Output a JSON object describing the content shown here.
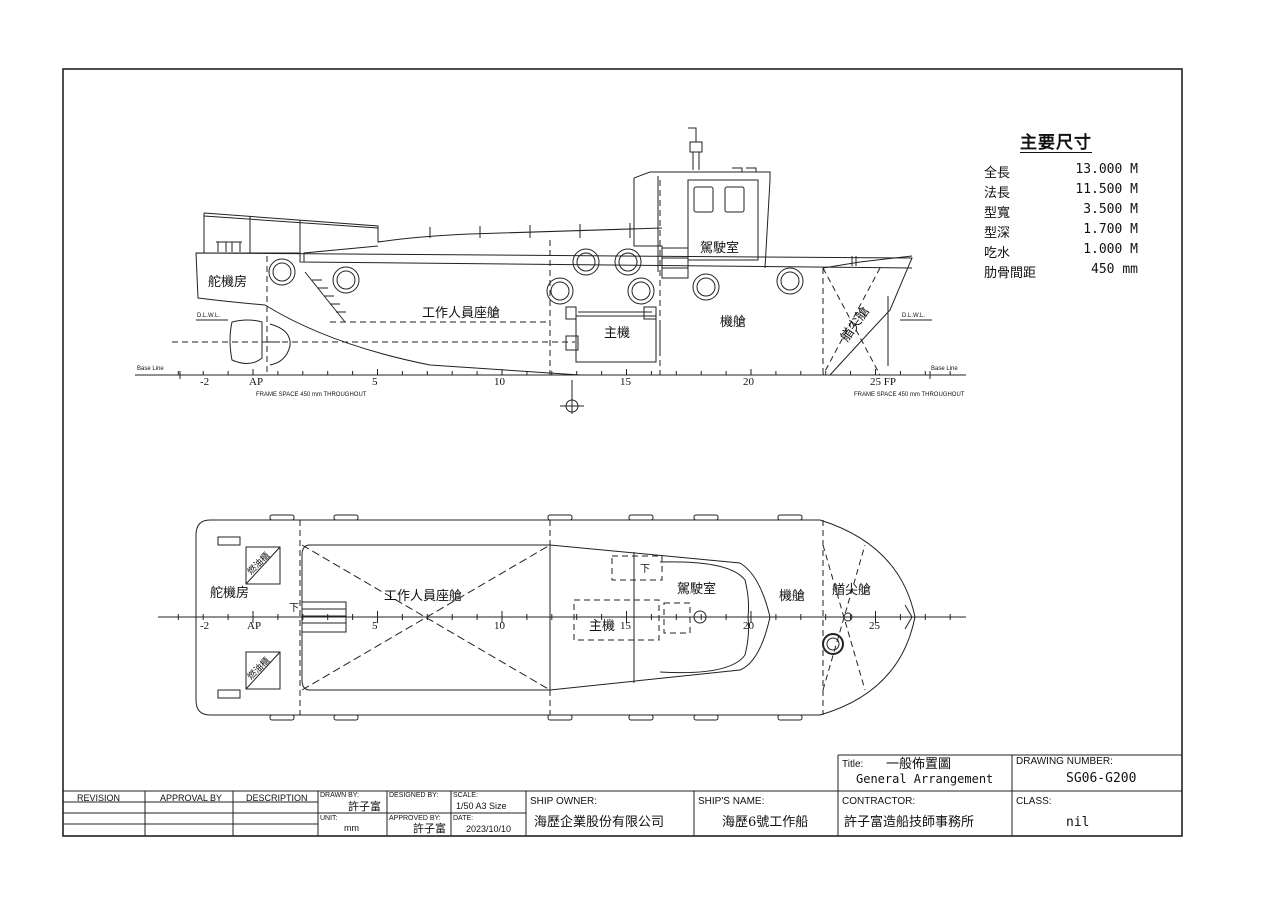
{
  "main_dimensions": {
    "title": "主要尺寸",
    "rows": [
      {
        "label": "全長",
        "value": "13.000 M"
      },
      {
        "label": "法長",
        "value": "11.500 M"
      },
      {
        "label": "型寬",
        "value": "3.500 M"
      },
      {
        "label": "型深",
        "value": "1.700 M"
      },
      {
        "label": "吃水",
        "value": "1.000 M"
      },
      {
        "label": "肋骨間距",
        "value": "450 mm"
      }
    ]
  },
  "profile": {
    "rooms": {
      "steering_gear_room": "舵機房",
      "crew_seating": "工作人員座艙",
      "main_engine": "主機",
      "engine_room": "機艙",
      "wheelhouse": "駕駛室",
      "fore_peak": "艏尖艙"
    },
    "frame_labels": [
      "-2",
      "AP",
      "5",
      "10",
      "15",
      "20",
      "25 FP"
    ],
    "baseline_left": "Base Line",
    "baseline_right": "Base Line",
    "dlwl_left": "D.L.W.L.",
    "dlwl_right": "D.L.W.L.",
    "frame_space_left": "FRAME SPACE 450 mm THROUGHOUT",
    "frame_space_right": "FRAME SPACE 450 mm THROUGHOUT"
  },
  "plan": {
    "rooms": {
      "steering_gear_room": "舵機房",
      "crew_seating": "工作人員座艙",
      "main_engine": "主機",
      "engine_room": "機艙",
      "wheelhouse": "駕駛室",
      "fore_peak": "艏尖艙",
      "fuel_tank_port": "燃油櫃",
      "fuel_tank_starboard": "燃油櫃"
    },
    "down_marks": [
      "下",
      "下"
    ],
    "frame_labels": [
      "-2",
      "AP",
      "5",
      "10",
      "15",
      "20",
      "25"
    ]
  },
  "title_block": {
    "title_caption": "Title:",
    "title_cn": "一般佈置圖",
    "title_en": "General Arrangement",
    "drawing_number_caption": "DRAWING NUMBER:",
    "drawing_number": "SG06-G200",
    "revision_header": "REVISION",
    "approval_header": "APPROVAL BY",
    "description_header": "DESCRIPTION",
    "drawn_by_caption": "DRAWN BY:",
    "drawn_by": "許子富",
    "designed_by_caption": "DESIGNED BY:",
    "designed_by": "",
    "scale_caption": "SCALE:",
    "scale": "1/50 A3 Size",
    "unit_caption": "UNIT:",
    "unit": "mm",
    "approved_by_caption": "APPROVED BY:",
    "approved_by": "許子富",
    "date_caption": "DATE:",
    "date": "2023/10/10",
    "ship_owner_caption": "SHIP OWNER:",
    "ship_owner": "海歷企業股份有限公司",
    "ship_name_caption": "SHIP'S NAME:",
    "ship_name": "海歷6號工作船",
    "contractor_caption": "CONTRACTOR:",
    "contractor": "許子富造船技師事務所",
    "class_caption": "CLASS:",
    "class": "nil"
  }
}
